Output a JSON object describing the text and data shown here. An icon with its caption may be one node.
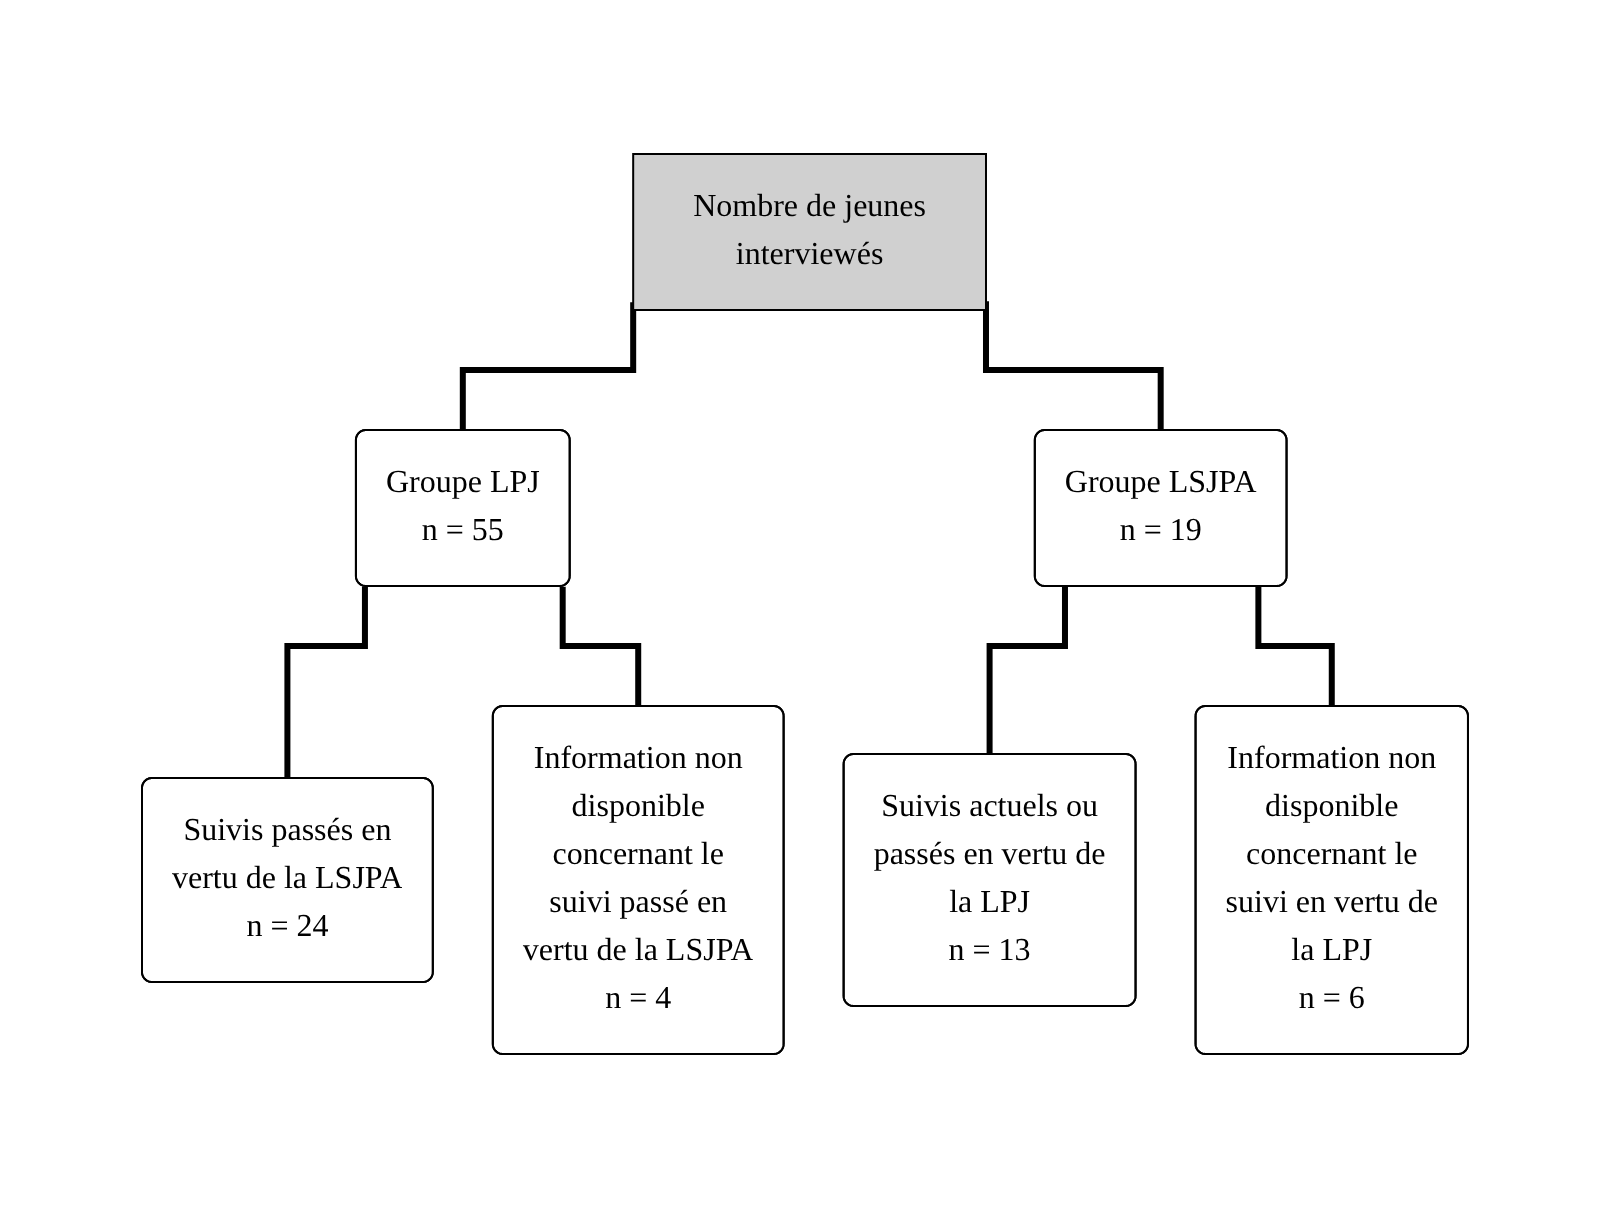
{
  "diagram": {
    "nodes": [
      {
        "text": [
          "Nombre de jeunes interviewés"
        ]
      },
      {
        "text": [
          "Groupe LPJ",
          "n = 55"
        ]
      },
      {
        "text": [
          "Groupe LSJPA",
          "n = 19"
        ]
      },
      {
        "text": [
          "Suivis passés en vertu de la LSJPA",
          "n = 24"
        ]
      },
      {
        "text": [
          "Information non disponible concernant le suivi passé en vertu de la LSJPA",
          "n = 4"
        ]
      },
      {
        "text": [
          "Suivis actuels ou passés en vertu de la LPJ",
          "n = 13"
        ]
      },
      {
        "text": [
          "Information non disponible concernant le suivi en vertu de la LPJ",
          "n = 6"
        ]
      }
    ],
    "edges": [
      {
        "from": 0,
        "to": 1,
        "arrow": "none"
      },
      {
        "from": 0,
        "to": 2,
        "arrow": "none"
      },
      {
        "from": 1,
        "to": 3,
        "arrow": "none"
      },
      {
        "from": 1,
        "to": 4,
        "arrow": "none"
      },
      {
        "from": 2,
        "to": 5,
        "arrow": "none"
      },
      {
        "from": 2,
        "to": 6,
        "arrow": "none"
      }
    ]
  }
}
